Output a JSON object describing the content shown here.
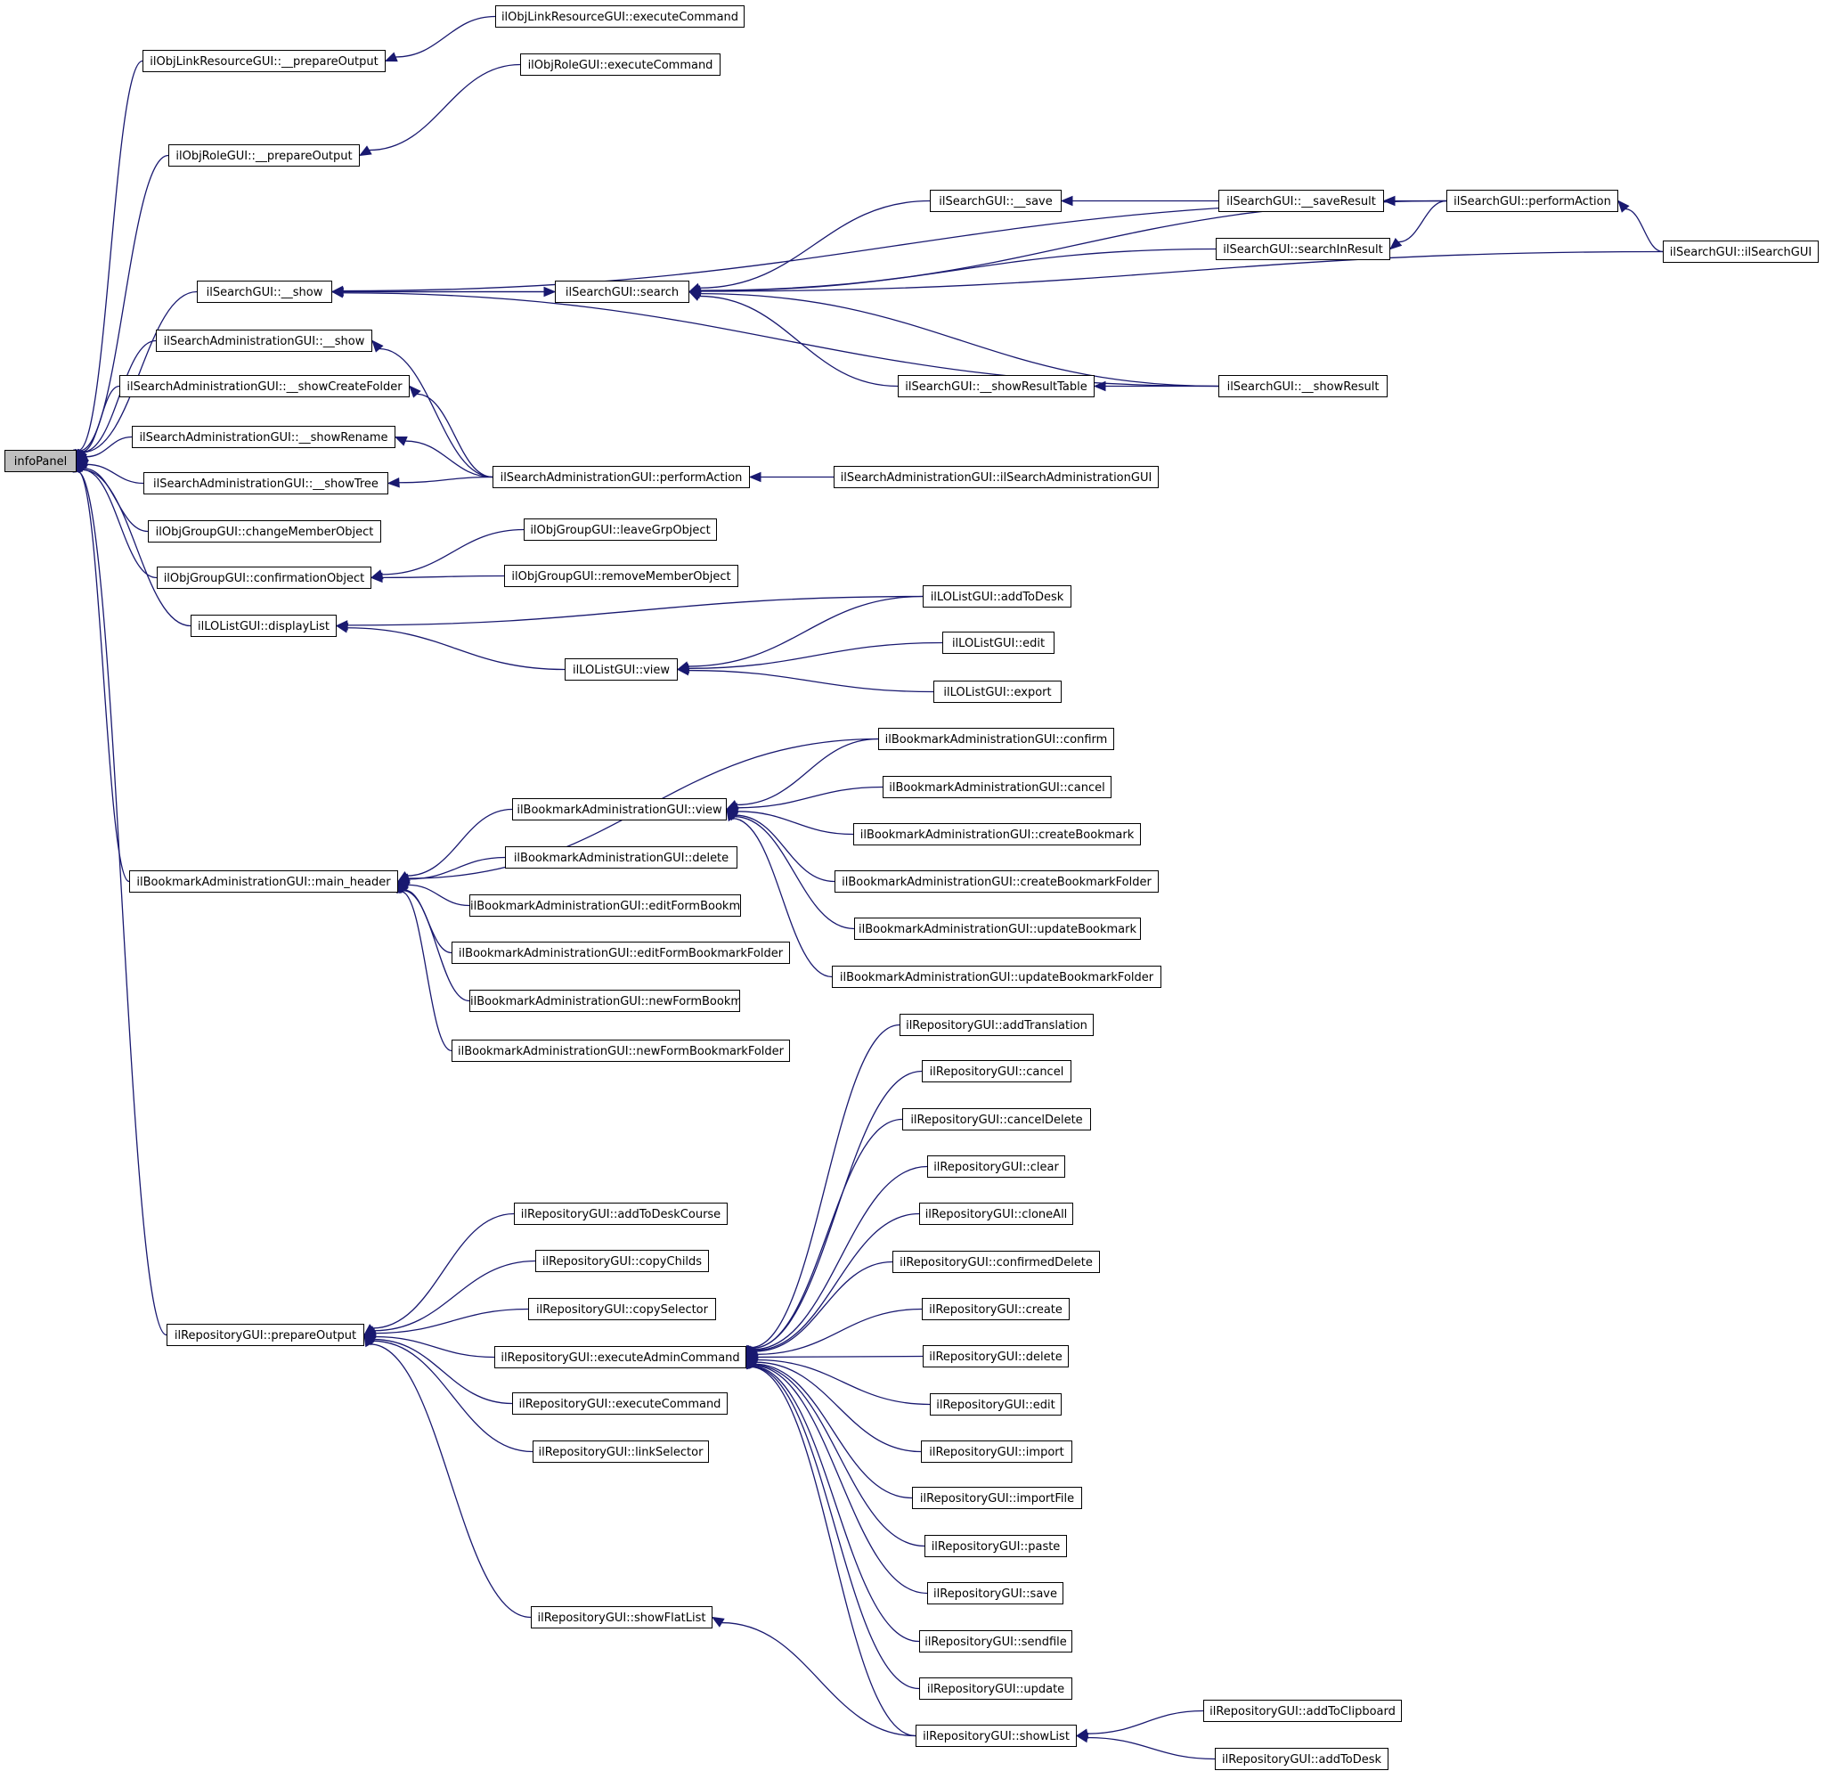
{
  "nodes": {
    "infoPanel": "infoPanel",
    "linkres_prep": "ilObjLinkResourceGUI::__prepareOutput",
    "linkres_exec": "ilObjLinkResourceGUI::executeCommand",
    "role_prep": "ilObjRoleGUI::__prepareOutput",
    "role_exec": "ilObjRoleGUI::executeCommand",
    "search_show": "ilSearchGUI::__show",
    "search_search": "ilSearchGUI::search",
    "search_save": "ilSearchGUI::__save",
    "search_saveresult": "ilSearchGUI::__saveResult",
    "search_perform": "ilSearchGUI::performAction",
    "search_inresult": "ilSearchGUI::searchInResult",
    "search_ctor": "ilSearchGUI::ilSearchGUI",
    "search_showresulttable": "ilSearchGUI::__showResultTable",
    "search_showresult": "ilSearchGUI::__showResult",
    "sadm_show": "ilSearchAdministrationGUI::__show",
    "sadm_createfolder": "ilSearchAdministrationGUI::__showCreateFolder",
    "sadm_rename": "ilSearchAdministrationGUI::__showRename",
    "sadm_tree": "ilSearchAdministrationGUI::__showTree",
    "sadm_perform": "ilSearchAdministrationGUI::performAction",
    "sadm_ctor": "ilSearchAdministrationGUI::ilSearchAdministrationGUI",
    "grp_change": "ilObjGroupGUI::changeMemberObject",
    "grp_confirm": "ilObjGroupGUI::confirmationObject",
    "grp_leave": "ilObjGroupGUI::leaveGrpObject",
    "grp_remove": "ilObjGroupGUI::removeMemberObject",
    "lo_display": "ilLOListGUI::displayList",
    "lo_view": "ilLOListGUI::view",
    "lo_adddesk": "ilLOListGUI::addToDesk",
    "lo_edit": "ilLOListGUI::edit",
    "lo_export": "ilLOListGUI::export",
    "bm_main": "ilBookmarkAdministrationGUI::main_header",
    "bm_view": "ilBookmarkAdministrationGUI::view",
    "bm_confirm": "ilBookmarkAdministrationGUI::confirm",
    "bm_cancel": "ilBookmarkAdministrationGUI::cancel",
    "bm_createbm": "ilBookmarkAdministrationGUI::createBookmark",
    "bm_createbmf": "ilBookmarkAdministrationGUI::createBookmarkFolder",
    "bm_updatebm": "ilBookmarkAdministrationGUI::updateBookmark",
    "bm_updatebmf": "ilBookmarkAdministrationGUI::updateBookmarkFolder",
    "bm_delete": "ilBookmarkAdministrationGUI::delete",
    "bm_editbm": "ilBookmarkAdministrationGUI::editFormBookmark",
    "bm_editbmf": "ilBookmarkAdministrationGUI::editFormBookmarkFolder",
    "bm_newbm": "ilBookmarkAdministrationGUI::newFormBookmark",
    "bm_newbmf": "ilBookmarkAdministrationGUI::newFormBookmarkFolder",
    "rep_prep": "ilRepositoryGUI::prepareOutput",
    "rep_adddeskcourse": "ilRepositoryGUI::addToDeskCourse",
    "rep_copychilds": "ilRepositoryGUI::copyChilds",
    "rep_copyselector": "ilRepositoryGUI::copySelector",
    "rep_execadmin": "ilRepositoryGUI::executeAdminCommand",
    "rep_exec": "ilRepositoryGUI::executeCommand",
    "rep_linkselector": "ilRepositoryGUI::linkSelector",
    "rep_flatlist": "ilRepositoryGUI::showFlatList",
    "rep_addtrans": "ilRepositoryGUI::addTranslation",
    "rep_cancel": "ilRepositoryGUI::cancel",
    "rep_canceldelete": "ilRepositoryGUI::cancelDelete",
    "rep_clear": "ilRepositoryGUI::clear",
    "rep_cloneall": "ilRepositoryGUI::cloneAll",
    "rep_confirmeddelete": "ilRepositoryGUI::confirmedDelete",
    "rep_create": "ilRepositoryGUI::create",
    "rep_delete": "ilRepositoryGUI::delete",
    "rep_edit": "ilRepositoryGUI::edit",
    "rep_import": "ilRepositoryGUI::import",
    "rep_importfile": "ilRepositoryGUI::importFile",
    "rep_paste": "ilRepositoryGUI::paste",
    "rep_save": "ilRepositoryGUI::save",
    "rep_sendfile": "ilRepositoryGUI::sendfile",
    "rep_update": "ilRepositoryGUI::update",
    "rep_showlist": "ilRepositoryGUI::showList",
    "rep_addclipboard": "ilRepositoryGUI::addToClipboard",
    "rep_adddesk": "ilRepositoryGUI::addToDesk"
  },
  "edges": [
    [
      "linkres_prep",
      "infoPanel"
    ],
    [
      "role_prep",
      "infoPanel"
    ],
    [
      "search_show",
      "infoPanel"
    ],
    [
      "sadm_show",
      "infoPanel"
    ],
    [
      "sadm_createfolder",
      "infoPanel"
    ],
    [
      "sadm_rename",
      "infoPanel"
    ],
    [
      "sadm_tree",
      "infoPanel"
    ],
    [
      "grp_change",
      "infoPanel"
    ],
    [
      "grp_confirm",
      "infoPanel"
    ],
    [
      "lo_display",
      "infoPanel"
    ],
    [
      "bm_main",
      "infoPanel"
    ],
    [
      "rep_prep",
      "infoPanel"
    ],
    [
      "linkres_exec",
      "linkres_prep"
    ],
    [
      "role_exec",
      "role_prep"
    ],
    [
      "search_search",
      "search_show"
    ],
    [
      "search_perform",
      "search_show"
    ],
    [
      "search_showresult",
      "search_show"
    ],
    [
      "search_show",
      "search_search"
    ],
    [
      "search_save",
      "search_search"
    ],
    [
      "search_perform",
      "search_search"
    ],
    [
      "search_inresult",
      "search_search"
    ],
    [
      "search_ctor",
      "search_search"
    ],
    [
      "search_showresulttable",
      "search_search"
    ],
    [
      "search_showresult",
      "search_search"
    ],
    [
      "search_saveresult",
      "search_save"
    ],
    [
      "search_perform",
      "search_saveresult"
    ],
    [
      "search_perform",
      "search_inresult"
    ],
    [
      "search_ctor",
      "search_perform"
    ],
    [
      "search_showresult",
      "search_showresulttable"
    ],
    [
      "sadm_perform",
      "sadm_show"
    ],
    [
      "sadm_perform",
      "sadm_createfolder"
    ],
    [
      "sadm_perform",
      "sadm_rename"
    ],
    [
      "sadm_perform",
      "sadm_tree"
    ],
    [
      "sadm_ctor",
      "sadm_perform"
    ],
    [
      "grp_leave",
      "grp_confirm"
    ],
    [
      "grp_remove",
      "grp_confirm"
    ],
    [
      "lo_adddesk",
      "lo_display"
    ],
    [
      "lo_view",
      "lo_display"
    ],
    [
      "lo_adddesk",
      "lo_view"
    ],
    [
      "lo_edit",
      "lo_view"
    ],
    [
      "lo_export",
      "lo_view"
    ],
    [
      "bm_confirm",
      "bm_main"
    ],
    [
      "bm_view",
      "bm_main"
    ],
    [
      "bm_delete",
      "bm_main"
    ],
    [
      "bm_editbm",
      "bm_main"
    ],
    [
      "bm_editbmf",
      "bm_main"
    ],
    [
      "bm_newbm",
      "bm_main"
    ],
    [
      "bm_newbmf",
      "bm_main"
    ],
    [
      "bm_confirm",
      "bm_view"
    ],
    [
      "bm_cancel",
      "bm_view"
    ],
    [
      "bm_createbm",
      "bm_view"
    ],
    [
      "bm_createbmf",
      "bm_view"
    ],
    [
      "bm_updatebm",
      "bm_view"
    ],
    [
      "bm_updatebmf",
      "bm_view"
    ],
    [
      "rep_adddeskcourse",
      "rep_prep"
    ],
    [
      "rep_copychilds",
      "rep_prep"
    ],
    [
      "rep_copyselector",
      "rep_prep"
    ],
    [
      "rep_execadmin",
      "rep_prep"
    ],
    [
      "rep_exec",
      "rep_prep"
    ],
    [
      "rep_linkselector",
      "rep_prep"
    ],
    [
      "rep_flatlist",
      "rep_prep"
    ],
    [
      "rep_addtrans",
      "rep_execadmin"
    ],
    [
      "rep_cancel",
      "rep_execadmin"
    ],
    [
      "rep_canceldelete",
      "rep_execadmin"
    ],
    [
      "rep_clear",
      "rep_execadmin"
    ],
    [
      "rep_cloneall",
      "rep_execadmin"
    ],
    [
      "rep_confirmeddelete",
      "rep_execadmin"
    ],
    [
      "rep_create",
      "rep_execadmin"
    ],
    [
      "rep_delete",
      "rep_execadmin"
    ],
    [
      "rep_edit",
      "rep_execadmin"
    ],
    [
      "rep_import",
      "rep_execadmin"
    ],
    [
      "rep_importfile",
      "rep_execadmin"
    ],
    [
      "rep_paste",
      "rep_execadmin"
    ],
    [
      "rep_save",
      "rep_execadmin"
    ],
    [
      "rep_sendfile",
      "rep_execadmin"
    ],
    [
      "rep_update",
      "rep_execadmin"
    ],
    [
      "rep_showlist",
      "rep_execadmin"
    ],
    [
      "rep_showlist",
      "rep_flatlist"
    ],
    [
      "rep_addclipboard",
      "rep_showlist"
    ],
    [
      "rep_adddesk",
      "rep_showlist"
    ]
  ]
}
